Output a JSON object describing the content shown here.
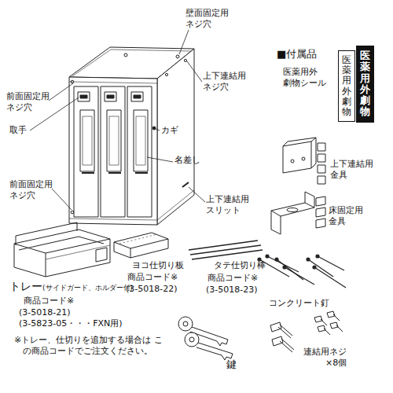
{
  "diagram": {
    "nodes": [
      {
        "text": [
          "医薬用外劇物"
        ]
      },
      {
        "text": [
          "医薬用外劇物"
        ]
      }
    ],
    "labels": [
      "壁面固定用 ネジ穴",
      "前面固定用 ネジ穴",
      "上下連結用 ネジ穴",
      "取手",
      "カギ",
      "名差し",
      "前面固定用 ネジ穴",
      "上下連結用 スリット",
      "■付属品",
      "医薬用外 劇物シール",
      "上下連結用 金具",
      "床固定用 金具",
      "トレー",
      "(サイドガード、ホルダー付)",
      "商品コード※",
      "(3-5018-21)",
      "(3-5823-05・・・FXN用)",
      "ヨコ仕切り板",
      "商品コード※",
      "(3-5018-22)",
      "タテ仕切り棒",
      "商品コード※",
      "(3-5018-23)",
      "コンクリート釘",
      "※トレー、仕切りを追加する場合は この商品コードでご注文ください。",
      "鍵",
      "連結用ネジ ×8個"
    ]
  }
}
